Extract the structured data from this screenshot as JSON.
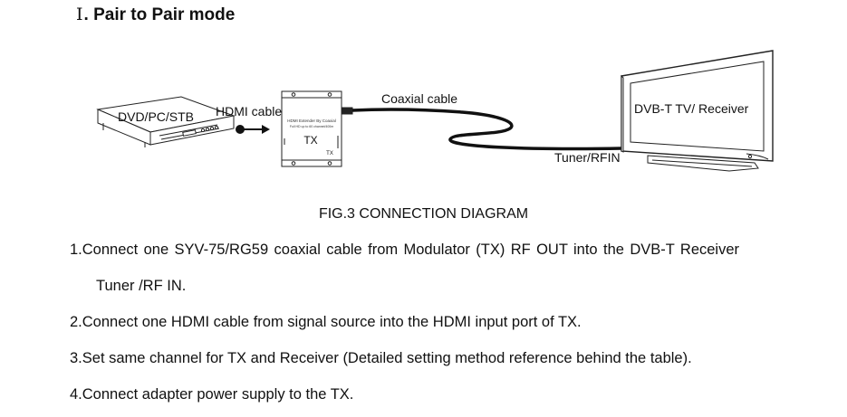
{
  "heading": {
    "numeral": "Ⅰ",
    "title": ". Pair to Pair mode"
  },
  "diagram": {
    "source_label": "DVD/PC/STB",
    "hdmi_label": "HDMI cable",
    "tx_device_title": "HDMI Extender By Coaxial",
    "tx_device_subtitle": "Full HD up to 60 channel/400m",
    "tx_label": "TX",
    "tx_small_label": "TX",
    "coax_label": "Coaxial cable",
    "tuner_label": "Tuner/RFIN",
    "tv_label": "DVB-T TV/ Receiver"
  },
  "caption": "FIG.3 CONNECTION DIAGRAM",
  "steps": {
    "s1": "1.Connect one SYV-75/RG59 coaxial cable from Modulator (TX) RF OUT into the DVB-T Receiver",
    "s1_cont": "Tuner /RF IN.",
    "s2": "2.Connect one HDMI cable from signal source into the HDMI input port of TX.",
    "s3": "3.Set same channel for TX and Receiver (Detailed setting method reference behind the table).",
    "s4": "4.Connect adapter power supply to the TX."
  }
}
